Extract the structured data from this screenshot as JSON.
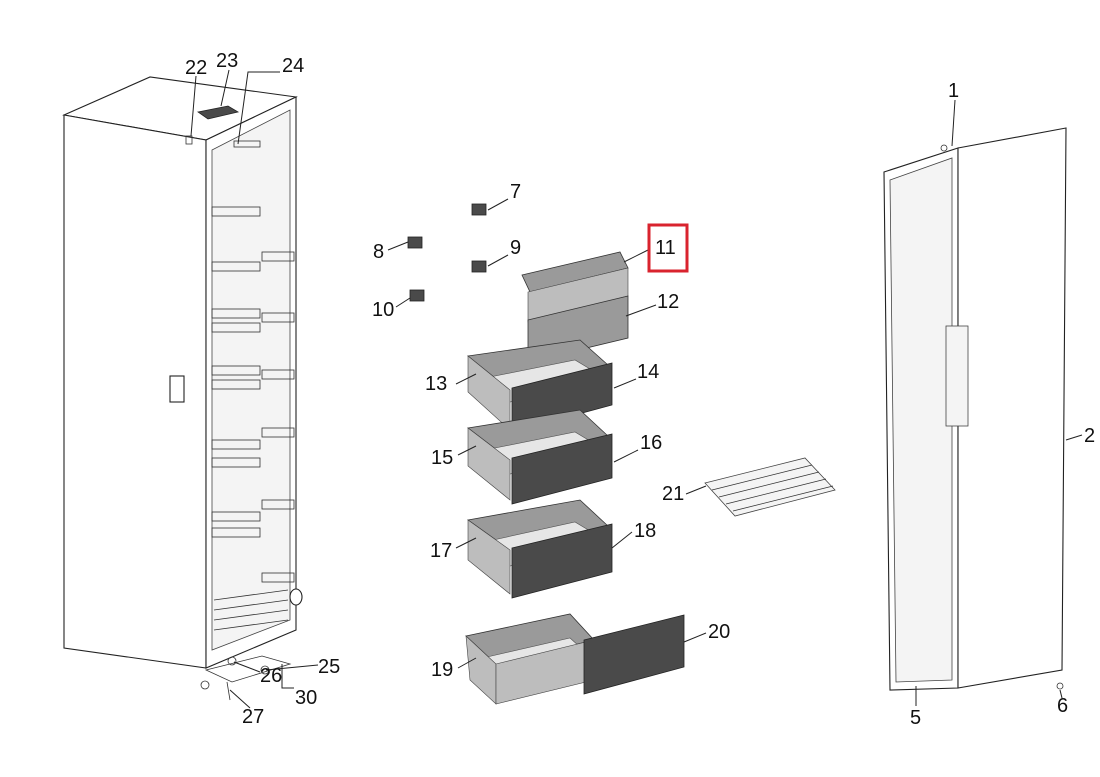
{
  "callouts": {
    "c1": "1",
    "c2": "2",
    "c5": "5",
    "c6": "6",
    "c7": "7",
    "c8": "8",
    "c9": "9",
    "c10": "10",
    "c11": "11",
    "c12": "12",
    "c13": "13",
    "c14": "14",
    "c15": "15",
    "c16": "16",
    "c17": "17",
    "c18": "18",
    "c19": "19",
    "c20": "20",
    "c21": "21",
    "c22": "22",
    "c23": "23",
    "c24": "24",
    "c25": "25",
    "c26": "26",
    "c27": "27",
    "c30": "30"
  },
  "highlighted_callout": "11",
  "colors": {
    "highlight": "#d9232e",
    "drawer_front": "#4a4a4a",
    "drawer_body": "#9a9a9a"
  }
}
